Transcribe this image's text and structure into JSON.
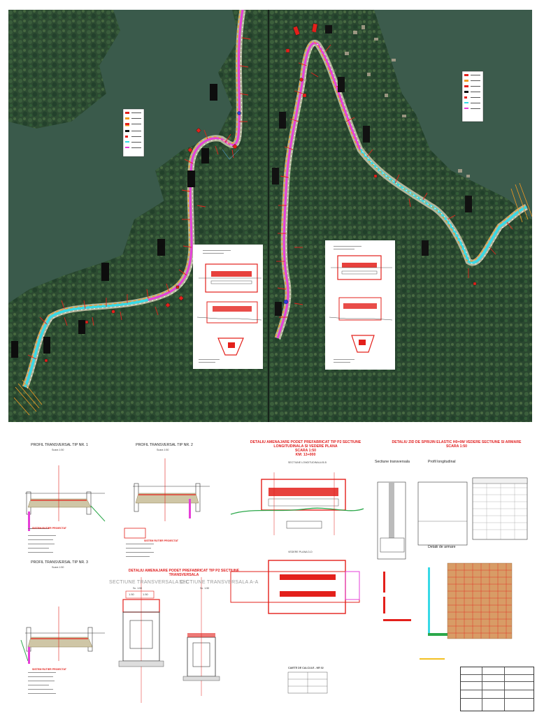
{
  "drawing": {
    "profile_1_title": "PROFIL TRANSVERSAL TIP NR. 1",
    "profile_2_title": "PROFIL TRANSVERSAL TIP NR. 2",
    "profile_3_title": "PROFIL TRANSVERSAL TIP NR. 3",
    "profile_scale": "Scara 1:50",
    "sistem_rutier": "SISTEM RUTIER PROIECTAT",
    "podet_title_line1": "DETALIU AMENAJARE PODET PREFABRICAT TIP P2 SECTIUNE LONGITUDINALA SI VEDERE PLANA",
    "podet_title_line2": "SCARA 1:50",
    "podet_title_line3": "KM: 13+000",
    "zid_title_line1": "DETALIU ZID DE SPRIJIN ELASTIC H0=0M VEDERE SECTIUNE SI ARMARE",
    "zid_title_line2": "SCARA 1:50",
    "sectiune_transversala_label": "Sectiune transversala",
    "profil_longitudinal_label": "Profil longitudinal",
    "detalii_armare_label": "Detalii de armare",
    "podet_transversal_title": "DETALIU AMENAJARE PODET PREFABRICAT TIP P2 SECTIUNE TRANSVERSALA",
    "sectiune_cc": "SECTIUNE TRANSVERSALA C-C",
    "sectiune_aa": "SECTIUNE TRANSVERSALA A-A",
    "scara_150": "Sc. 1:50",
    "caiet_label": "CAIETE DE CALCULE - NR 02",
    "vedere_plana": "VEDERE PLANA D-D",
    "sectiune_longitudinala": "SECTIUNE LONGITUDINALA B-B",
    "dim_150a": "1.50",
    "dim_150b": "1.50"
  },
  "legend_colors": {
    "road_cyan": "#37d9e6",
    "road_magenta": "#e63fd8",
    "road_orange": "#f39a22",
    "marker_red": "#e3201b",
    "hydrant_blue": "#2f3fd6"
  }
}
